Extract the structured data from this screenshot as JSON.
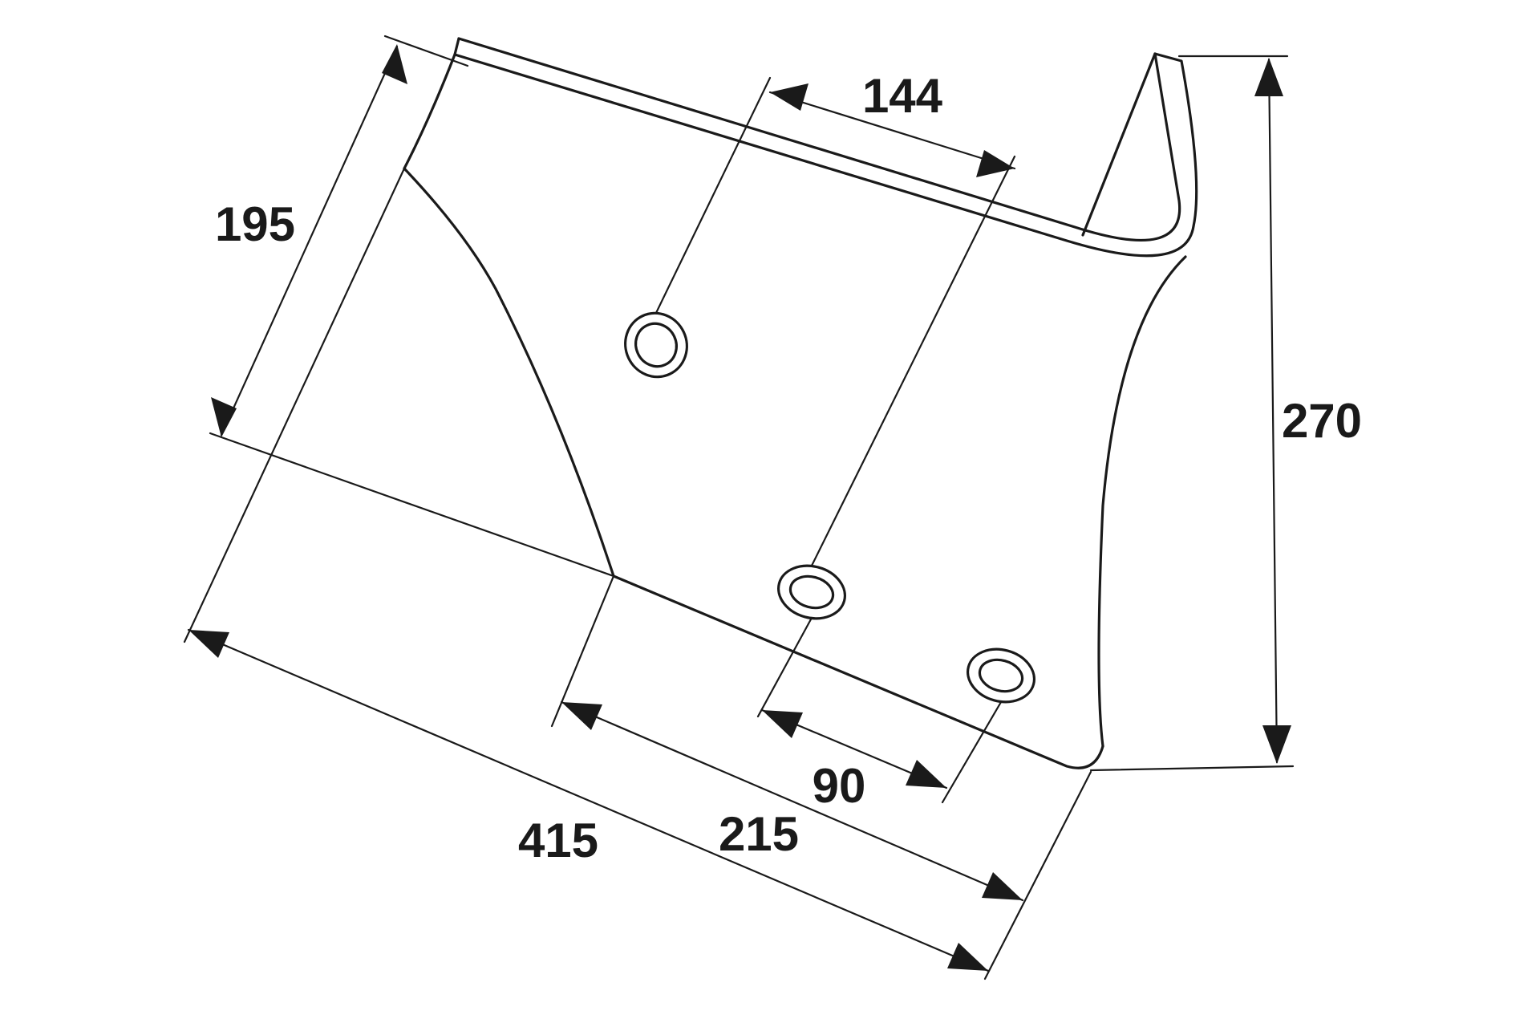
{
  "dimensions": {
    "width_415": "415",
    "width_215": "215",
    "width_90": "90",
    "hole_spacing_144": "144",
    "height_195": "195",
    "height_270": "270"
  }
}
